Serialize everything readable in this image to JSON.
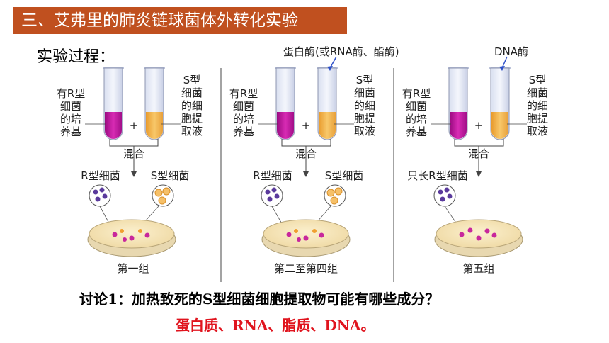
{
  "title": "三、艾弗里的肺炎链球菌体外转化实验",
  "process_label": "实验过程：",
  "groups": [
    {
      "left_text": [
        "有R型",
        "细菌",
        "的培",
        "养基"
      ],
      "right_text": [
        "S型",
        "细菌",
        "的细",
        "胞提",
        "取液"
      ],
      "plus": "+",
      "mix": "混合",
      "enzyme": "",
      "results": [
        "R型细菌",
        "S型细菌"
      ],
      "group_name": "第一组"
    },
    {
      "left_text": [
        "有R型",
        "细菌",
        "的培",
        "养基"
      ],
      "right_text": [
        "S型",
        "细菌",
        "的细",
        "胞提",
        "取液"
      ],
      "plus": "+",
      "mix": "混合",
      "enzyme": "蛋白酶(或RNA酶、酯酶)",
      "results": [
        "R型细菌",
        "S型细菌"
      ],
      "group_name": "第二至第四组"
    },
    {
      "left_text": [
        "有R型",
        "细菌",
        "的培",
        "养基"
      ],
      "right_text": [
        "S型",
        "细菌",
        "的细",
        "胞提",
        "取液"
      ],
      "plus": "+",
      "mix": "混合",
      "enzyme": "DNA酶",
      "results": [
        "只长R型细菌"
      ],
      "group_name": "第五组"
    }
  ],
  "discussion": "讨论1：加热致死的S型细菌细胞提取物可能有哪些成分？",
  "answer": "蛋白质、RNA、脂质、DNA。",
  "colors": {
    "title_bg": "#c0501f",
    "medium": "#c0139a",
    "extract": "#f3b24c",
    "answer": "#e0141e",
    "r_bacteria": "#5a3a9c",
    "s_bacteria": "#f0a030"
  }
}
